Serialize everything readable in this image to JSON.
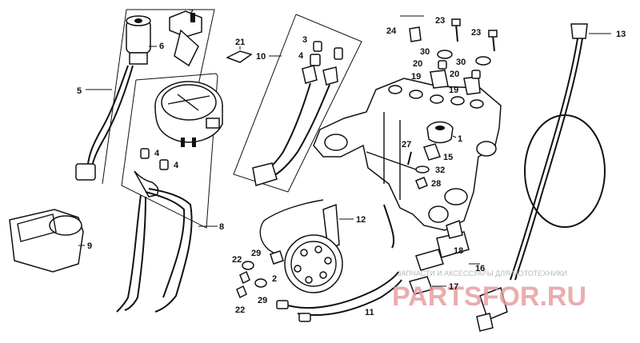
{
  "labels": {
    "l1": "1",
    "l2": "2",
    "l3": "3",
    "l4a": "4",
    "l4b": "4",
    "l4c": "4",
    "l5": "5",
    "l6": "6",
    "l7": "7",
    "l8": "8",
    "l9": "9",
    "l10": "10",
    "l11": "11",
    "l12": "12",
    "l13": "13",
    "l15": "15",
    "l16": "16",
    "l17": "17",
    "l18": "18",
    "l19a": "19",
    "l19b": "19",
    "l20a": "20",
    "l20b": "20",
    "l21": "21",
    "l22a": "22",
    "l22b": "22",
    "l23a": "23",
    "l23b": "23",
    "l24": "24",
    "l27": "27",
    "l28": "28",
    "l29a": "29",
    "l29b": "29",
    "l30a": "30",
    "l30b": "30",
    "l32": "32"
  },
  "watermark": {
    "tagline": "ЗАПЧАСТИ И АКСЕССУАРЫ ДЛЯ МОТОТЕХНИКИ",
    "logo": "PARTSFOR.RU"
  },
  "colors": {
    "ink": "#111111",
    "watermark_text": "#b9b9b9",
    "watermark_logo": "#e6999c"
  }
}
